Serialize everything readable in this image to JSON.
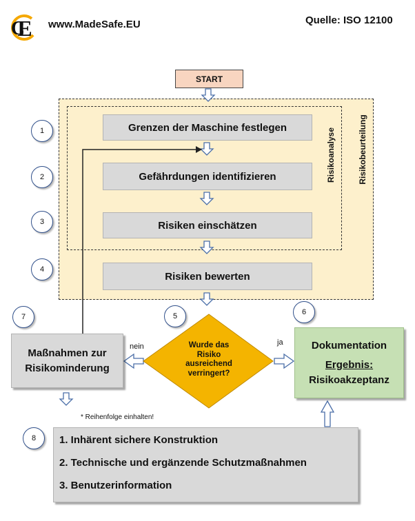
{
  "header": {
    "website": "www.MadeSafe.EU",
    "source": "Quelle: ISO 12100",
    "logo_text": "CE"
  },
  "flow": {
    "start": "START",
    "step1": "Grenzen der Maschine festlegen",
    "step2": "Gefährdungen identifizieren",
    "step3": "Risiken einschätzen",
    "step4": "Risiken bewerten",
    "decision": [
      "Wurde das",
      "Risiko",
      "ausreichend",
      "verringert?"
    ],
    "yes_label": "ja",
    "no_label": "nein",
    "mitigation": [
      "Maßnahmen zur",
      "Risikominderung"
    ],
    "doc_title": "Dokumentation",
    "doc_result_label": "Ergebnis:",
    "doc_result": "Risikoakzeptanz",
    "note": "* Reihenfolge einhalten!",
    "measures": [
      "1. Inhärent sichere Konstruktion",
      "2. Technische und ergänzende Schutzmaßnahmen",
      "3. Benutzerinformation"
    ]
  },
  "regions": {
    "analysis": "Risikoanalyse",
    "assessment": "Risikobeurteilung"
  },
  "step_numbers": [
    "1",
    "2",
    "3",
    "4",
    "5",
    "6",
    "7",
    "8"
  ],
  "colors": {
    "start_fill": "#f8d5c0",
    "region_fill": "#fdf0cc",
    "box_gray": "#d9d9d9",
    "decision_fill": "#f4b400",
    "doc_fill": "#c6e0b4",
    "arrow_stroke": "#4a6ea8"
  }
}
